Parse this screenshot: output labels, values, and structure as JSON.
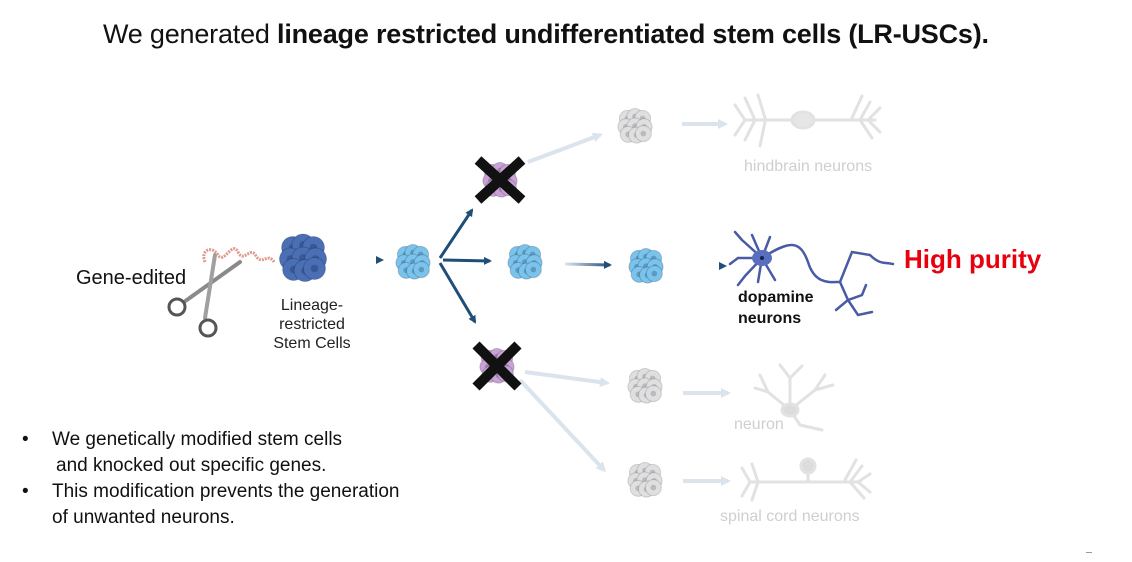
{
  "title": {
    "prefix": "We generated ",
    "bold": "lineage restricted undifferentiated stem cells (LR-USCs)."
  },
  "diagram": {
    "gene_edited_label": "Gene-edited",
    "stem_cells_label": [
      "Lineage-",
      "restricted",
      "Stem Cells"
    ],
    "branches": [
      {
        "outcome": "hindbrain neurons",
        "blocked": true,
        "status": "faded"
      },
      {
        "outcome": "dopamine neurons",
        "blocked": false,
        "status": "active"
      },
      {
        "outcome": "neuron",
        "blocked": true,
        "status": "faded"
      },
      {
        "outcome": "spinal cord neurons",
        "blocked": true,
        "status": "faded"
      }
    ],
    "dopamine_label": [
      "dopamine",
      "neurons"
    ],
    "high_purity_label": "High purity",
    "colors": {
      "arrow": "#1f4e79",
      "stem_cells": "#4a6fb5",
      "progenitor": "#79c3ec",
      "blocked_cells": "#c9a3d6",
      "faded": "#d8d8d8",
      "neuron_active": "#4a5ba5",
      "highlight": "#e8000f"
    }
  },
  "bullets": [
    {
      "line1": "We genetically modified stem cells",
      "line2": "and knocked out specific genes."
    },
    {
      "line1": "This modification prevents the generation",
      "line2": "of unwanted neurons."
    }
  ]
}
